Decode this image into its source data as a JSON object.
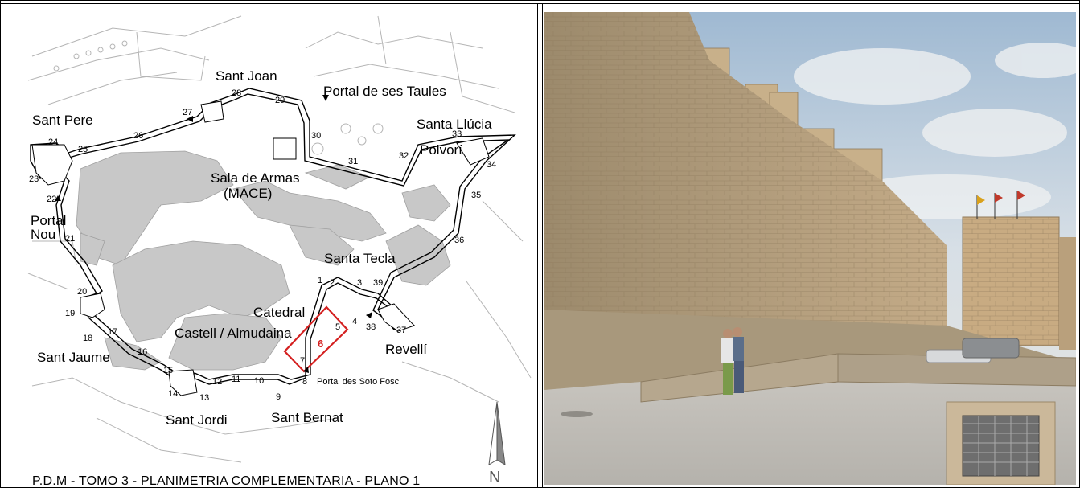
{
  "caption": "P.D.M - TOMO 3 - PLANIMETRIA COMPLEMENTARIA - PLANO 1",
  "north_label": "N",
  "highlight_number": "6",
  "colors": {
    "block_fill": "#c8c8c8",
    "highlight": "#d42020",
    "sky": "#c8d8e6",
    "wall": "#b19d7f"
  },
  "areas": {
    "sant_joan": "Sant Joan",
    "portal_ses_taules": "Portal de ses Taules",
    "sant_pere": "Sant Pere",
    "santa_llucia": "Santa Llúcia",
    "polvori": "Polvorí",
    "sala_armas_1": "Sala de Armas",
    "sala_armas_2": "(MACE)",
    "portal_nou_1": "Portal",
    "portal_nou_2": "Nou",
    "santa_tecla": "Santa Tecla",
    "catedral": "Catedral",
    "castell": "Castell / Almudaina",
    "revelli": "Revellí",
    "sant_jaume": "Sant Jaume",
    "portal_soto_fosc": "Portal des Soto Fosc",
    "sant_jordi": "Sant Jordi",
    "sant_bernat": "Sant Bernat"
  },
  "numbers": {
    "n1": "1",
    "n2": "2",
    "n3": "3",
    "n4": "4",
    "n5": "5",
    "n7": "7",
    "n8": "8",
    "n9": "9",
    "n10": "10",
    "n11": "11",
    "n12": "12",
    "n13": "13",
    "n14": "14",
    "n15": "15",
    "n16": "16",
    "n17": "17",
    "n18": "18",
    "n19": "19",
    "n20": "20",
    "n21": "21",
    "n22": "22",
    "n23": "23",
    "n24": "24",
    "n25": "25",
    "n26": "26",
    "n27": "27",
    "n28": "28",
    "n29": "29",
    "n30": "30",
    "n31": "31",
    "n32": "32",
    "n33": "33",
    "n34": "34",
    "n35": "35",
    "n36": "36",
    "n37": "37",
    "n38": "38",
    "n39": "39"
  }
}
